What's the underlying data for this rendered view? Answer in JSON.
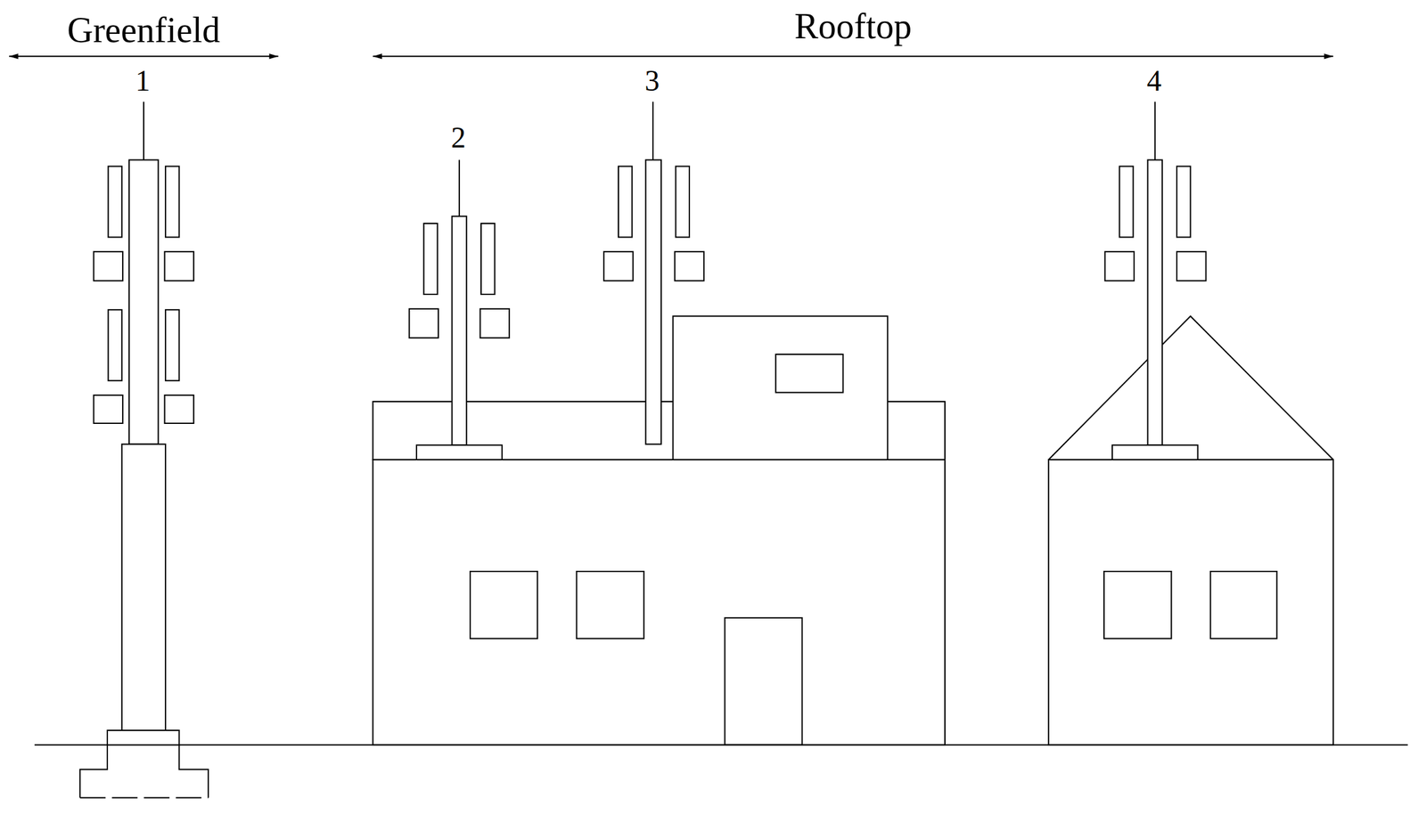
{
  "diagram": {
    "labels": [
      "Greenfield",
      "Rooftop",
      "1",
      "2",
      "3",
      "4"
    ]
  }
}
